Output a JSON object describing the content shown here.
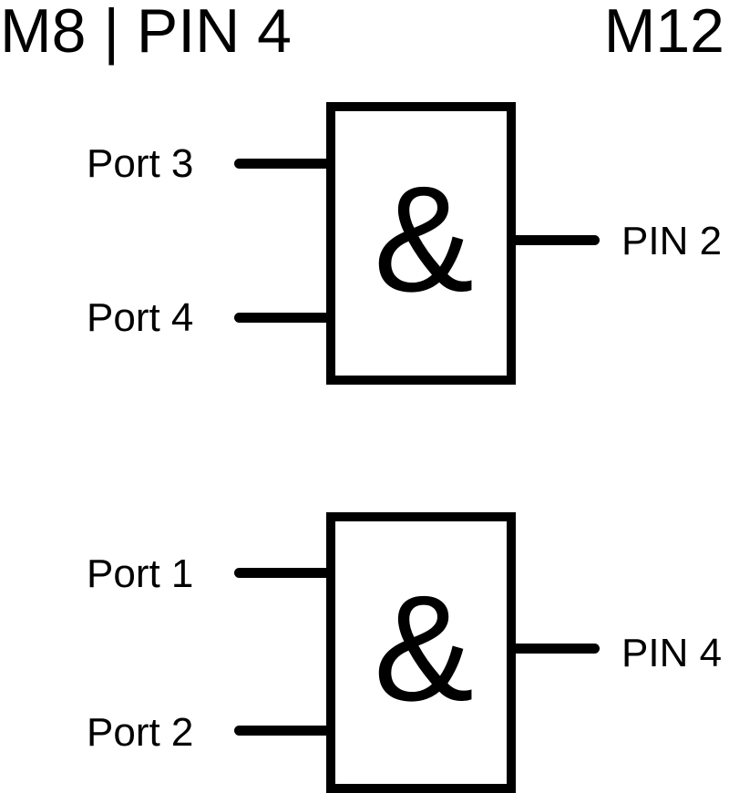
{
  "page": {
    "background_color": "#ffffff",
    "foreground_color": "#000000"
  },
  "header": {
    "left_label": "M8 | PIN 4",
    "right_label": "M12"
  },
  "gates": [
    {
      "id": "upper-and-gate",
      "symbol": "&",
      "inputs": [
        {
          "label": "Port 3"
        },
        {
          "label": "Port 4"
        }
      ],
      "output": {
        "label": "PIN 2"
      }
    },
    {
      "id": "lower-and-gate",
      "symbol": "&",
      "inputs": [
        {
          "label": "Port 1"
        },
        {
          "label": "Port 2"
        }
      ],
      "output": {
        "label": "PIN 4"
      }
    }
  ]
}
